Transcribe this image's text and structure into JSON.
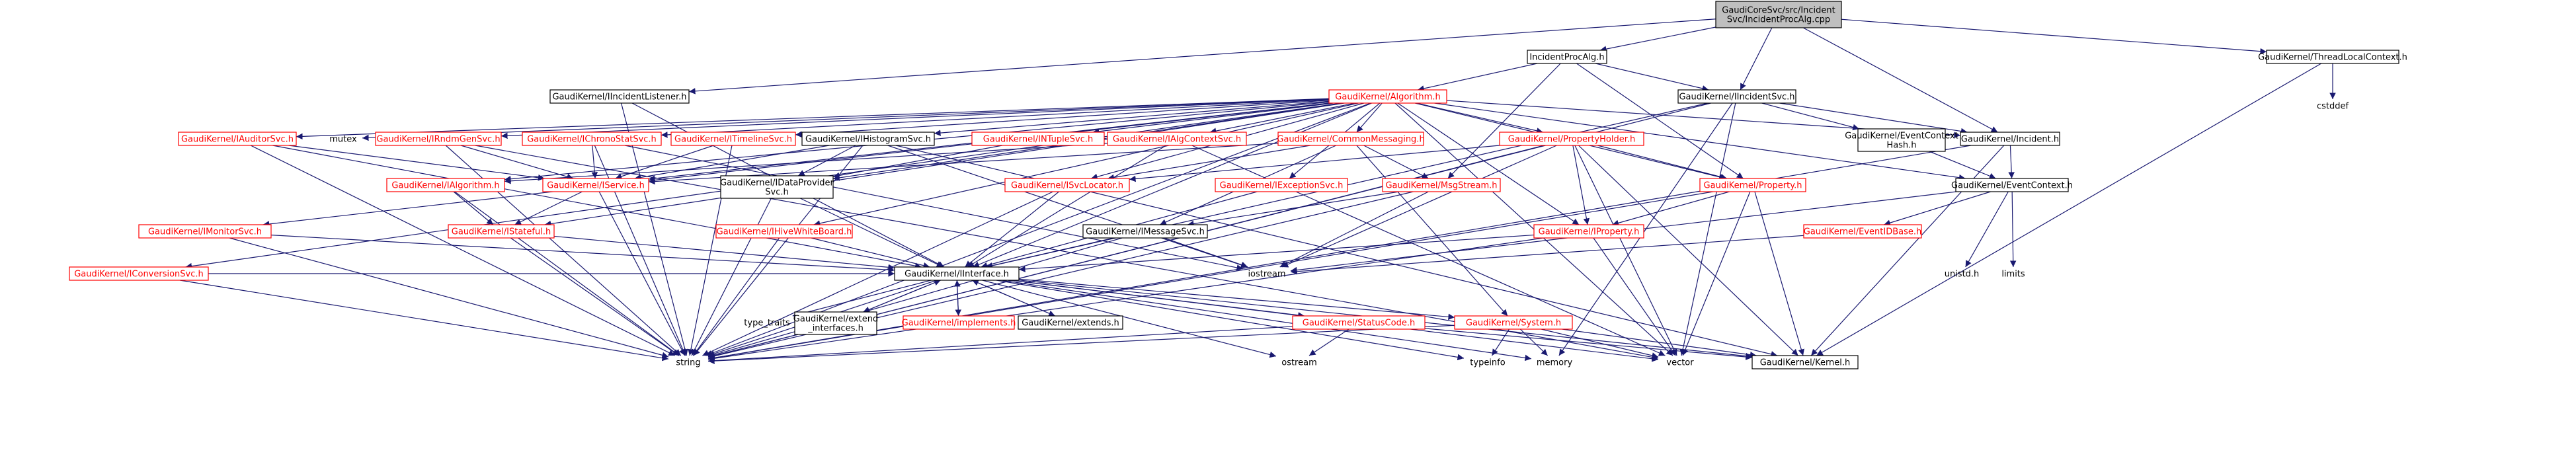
{
  "colors": {
    "edge": "#191970",
    "text_default": "#000000",
    "text_red": "#ff0000",
    "text_grey": "#bfbfbf",
    "root_fill": "#bfbfbf",
    "box_fill": "#ffffff",
    "box_stroke": "#000000",
    "red_box_stroke": "#ff0000"
  },
  "nodes": [
    {
      "id": "root",
      "lines": [
        "GaudiCoreSvc/src/Incident",
        "Svc/IncidentProcAlg.cpp"
      ],
      "style": "root"
    },
    {
      "id": "IncidentProcAlg",
      "lines": [
        "IncidentProcAlg.h"
      ],
      "style": "black"
    },
    {
      "id": "ThreadLocalContext",
      "lines": [
        "GaudiKernel/ThreadLocalContext.h"
      ],
      "style": "black"
    },
    {
      "id": "cstddef",
      "lines": [
        "cstddef"
      ],
      "style": "grey"
    },
    {
      "id": "IIncidentListener",
      "lines": [
        "GaudiKernel/IIncidentListener.h"
      ],
      "style": "black"
    },
    {
      "id": "Algorithm",
      "lines": [
        "GaudiKernel/Algorithm.h"
      ],
      "style": "red"
    },
    {
      "id": "IIncidentSvc",
      "lines": [
        "GaudiKernel/IIncidentSvc.h"
      ],
      "style": "black"
    },
    {
      "id": "IAuditorSvc",
      "lines": [
        "GaudiKernel/IAuditorSvc.h"
      ],
      "style": "red"
    },
    {
      "id": "mutex",
      "lines": [
        "mutex"
      ],
      "style": "grey"
    },
    {
      "id": "IRndmGenSvc",
      "lines": [
        "GaudiKernel/IRndmGenSvc.h"
      ],
      "style": "red"
    },
    {
      "id": "IChronoStatSvc",
      "lines": [
        "GaudiKernel/IChronoStatSvc.h"
      ],
      "style": "red"
    },
    {
      "id": "ITimelineSvc",
      "lines": [
        "GaudiKernel/ITimelineSvc.h"
      ],
      "style": "red"
    },
    {
      "id": "IHistogramSvc",
      "lines": [
        "GaudiKernel/IHistogramSvc.h"
      ],
      "style": "black"
    },
    {
      "id": "INTupleSvc",
      "lines": [
        "GaudiKernel/INTupleSvc.h"
      ],
      "style": "red"
    },
    {
      "id": "IAlgContextSvc",
      "lines": [
        "GaudiKernel/IAlgContextSvc.h"
      ],
      "style": "red"
    },
    {
      "id": "CommonMessaging",
      "lines": [
        "GaudiKernel/CommonMessaging.h"
      ],
      "style": "red"
    },
    {
      "id": "PropertyHolder",
      "lines": [
        "GaudiKernel/PropertyHolder.h"
      ],
      "style": "red"
    },
    {
      "id": "EventContextHash",
      "lines": [
        "GaudiKernel/EventContext",
        "Hash.h"
      ],
      "style": "black"
    },
    {
      "id": "Incident",
      "lines": [
        "GaudiKernel/Incident.h"
      ],
      "style": "black"
    },
    {
      "id": "IAlgorithm",
      "lines": [
        "GaudiKernel/IAlgorithm.h"
      ],
      "style": "red"
    },
    {
      "id": "IService",
      "lines": [
        "GaudiKernel/IService.h"
      ],
      "style": "red"
    },
    {
      "id": "IDataProviderSvc",
      "lines": [
        "GaudiKernel/IDataProvider",
        "Svc.h"
      ],
      "style": "black"
    },
    {
      "id": "ISvcLocator",
      "lines": [
        "GaudiKernel/ISvcLocator.h"
      ],
      "style": "red"
    },
    {
      "id": "IExceptionSvc",
      "lines": [
        "GaudiKernel/IExceptionSvc.h"
      ],
      "style": "red"
    },
    {
      "id": "MsgStream",
      "lines": [
        "GaudiKernel/MsgStream.h"
      ],
      "style": "red"
    },
    {
      "id": "Property",
      "lines": [
        "GaudiKernel/Property.h"
      ],
      "style": "red"
    },
    {
      "id": "EventContext",
      "lines": [
        "GaudiKernel/EventContext.h"
      ],
      "style": "black"
    },
    {
      "id": "IMonitorSvc",
      "lines": [
        "GaudiKernel/IMonitorSvc.h"
      ],
      "style": "red"
    },
    {
      "id": "IStateful",
      "lines": [
        "GaudiKernel/IStateful.h"
      ],
      "style": "red"
    },
    {
      "id": "IHiveWhiteBoard",
      "lines": [
        "GaudiKernel/IHiveWhiteBoard.h"
      ],
      "style": "red"
    },
    {
      "id": "IMessageSvc",
      "lines": [
        "GaudiKernel/IMessageSvc.h"
      ],
      "style": "black"
    },
    {
      "id": "IProperty",
      "lines": [
        "GaudiKernel/IProperty.h"
      ],
      "style": "red"
    },
    {
      "id": "EventIDBase",
      "lines": [
        "GaudiKernel/EventIDBase.h"
      ],
      "style": "red"
    },
    {
      "id": "uint",
      "lines": [
        "unistd.h"
      ],
      "style": "grey"
    },
    {
      "id": "limits",
      "lines": [
        "limits"
      ],
      "style": "grey"
    },
    {
      "id": "iostream",
      "lines": [
        "iostream"
      ],
      "style": "grey"
    },
    {
      "id": "IConversionSvc",
      "lines": [
        "GaudiKernel/IConversionSvc.h"
      ],
      "style": "red"
    },
    {
      "id": "IInterface",
      "lines": [
        "GaudiKernel/IInterface.h"
      ],
      "style": "black"
    },
    {
      "id": "type_traits",
      "lines": [
        "type_traits"
      ],
      "style": "grey"
    },
    {
      "id": "extend_interfaces",
      "lines": [
        "GaudiKernel/extend",
        "_interfaces.h"
      ],
      "style": "black"
    },
    {
      "id": "implements",
      "lines": [
        "GaudiKernel/implements.h"
      ],
      "style": "red"
    },
    {
      "id": "extends",
      "lines": [
        "GaudiKernel/extends.h"
      ],
      "style": "black"
    },
    {
      "id": "StatusCode",
      "lines": [
        "GaudiKernel/StatusCode.h"
      ],
      "style": "red"
    },
    {
      "id": "System",
      "lines": [
        "GaudiKernel/System.h"
      ],
      "style": "red"
    },
    {
      "id": "string",
      "lines": [
        "string"
      ],
      "style": "grey"
    },
    {
      "id": "ostream",
      "lines": [
        "ostream"
      ],
      "style": "grey"
    },
    {
      "id": "typeinfo",
      "lines": [
        "typeinfo"
      ],
      "style": "grey"
    },
    {
      "id": "memory",
      "lines": [
        "memory"
      ],
      "style": "grey"
    },
    {
      "id": "vector",
      "lines": [
        "vector"
      ],
      "style": "grey"
    },
    {
      "id": "Kernel",
      "lines": [
        "GaudiKernel/Kernel.h"
      ],
      "style": "black"
    }
  ],
  "edges": [
    [
      "root",
      "IncidentProcAlg"
    ],
    [
      "root",
      "ThreadLocalContext"
    ],
    [
      "root",
      "IIncidentListener"
    ],
    [
      "root",
      "IIncidentSvc"
    ],
    [
      "root",
      "Incident"
    ],
    [
      "ThreadLocalContext",
      "cstddef"
    ],
    [
      "ThreadLocalContext",
      "Kernel"
    ],
    [
      "IncidentProcAlg",
      "Algorithm"
    ],
    [
      "IncidentProcAlg",
      "IIncidentSvc"
    ],
    [
      "IncidentProcAlg",
      "MsgStream"
    ],
    [
      "IncidentProcAlg",
      "Property"
    ],
    [
      "IIncidentListener",
      "IInterface"
    ],
    [
      "IIncidentListener",
      "string"
    ],
    [
      "IIncidentSvc",
      "Incident"
    ],
    [
      "IIncidentSvc",
      "EventContextHash"
    ],
    [
      "IIncidentSvc",
      "IInterface"
    ],
    [
      "IIncidentSvc",
      "string"
    ],
    [
      "IIncidentSvc",
      "vector"
    ],
    [
      "IIncidentSvc",
      "memory"
    ],
    [
      "Incident",
      "EventContext"
    ],
    [
      "Incident",
      "string"
    ],
    [
      "Incident",
      "Kernel"
    ],
    [
      "EventContextHash",
      "EventContext"
    ],
    [
      "EventContext",
      "EventIDBase"
    ],
    [
      "EventContext",
      "uint"
    ],
    [
      "EventContext",
      "limits"
    ],
    [
      "EventContext",
      "iostream"
    ],
    [
      "Algorithm",
      "IAuditorSvc"
    ],
    [
      "Algorithm",
      "mutex"
    ],
    [
      "Algorithm",
      "IRndmGenSvc"
    ],
    [
      "Algorithm",
      "IChronoStatSvc"
    ],
    [
      "Algorithm",
      "ITimelineSvc"
    ],
    [
      "Algorithm",
      "IHistogramSvc"
    ],
    [
      "Algorithm",
      "INTupleSvc"
    ],
    [
      "Algorithm",
      "IAlgContextSvc"
    ],
    [
      "Algorithm",
      "CommonMessaging"
    ],
    [
      "Algorithm",
      "PropertyHolder"
    ],
    [
      "Algorithm",
      "Incident"
    ],
    [
      "Algorithm",
      "IAlgorithm"
    ],
    [
      "Algorithm",
      "IService"
    ],
    [
      "Algorithm",
      "IDataProviderSvc"
    ],
    [
      "Algorithm",
      "ISvcLocator"
    ],
    [
      "Algorithm",
      "IExceptionSvc"
    ],
    [
      "Algorithm",
      "Property"
    ],
    [
      "Algorithm",
      "IMonitorSvc"
    ],
    [
      "Algorithm",
      "IStateful"
    ],
    [
      "Algorithm",
      "IHiveWhiteBoard"
    ],
    [
      "Algorithm",
      "IProperty"
    ],
    [
      "Algorithm",
      "IConversionSvc"
    ],
    [
      "Algorithm",
      "IInterface"
    ],
    [
      "Algorithm",
      "string"
    ],
    [
      "Algorithm",
      "vector"
    ],
    [
      "Algorithm",
      "EventContext"
    ],
    [
      "IAuditorSvc",
      "IService"
    ],
    [
      "IAuditorSvc",
      "IInterface"
    ],
    [
      "IAuditorSvc",
      "string"
    ],
    [
      "IRndmGenSvc",
      "IService"
    ],
    [
      "IRndmGenSvc",
      "string"
    ],
    [
      "IRndmGenSvc",
      "vector"
    ],
    [
      "IChronoStatSvc",
      "IService"
    ],
    [
      "IChronoStatSvc",
      "string"
    ],
    [
      "IChronoStatSvc",
      "iostream"
    ],
    [
      "ITimelineSvc",
      "IService"
    ],
    [
      "ITimelineSvc",
      "string"
    ],
    [
      "IHistogramSvc",
      "IService"
    ],
    [
      "IHistogramSvc",
      "IDataProviderSvc"
    ],
    [
      "IHistogramSvc",
      "string"
    ],
    [
      "IHistogramSvc",
      "iostream"
    ],
    [
      "IHistogramSvc",
      "Kernel"
    ],
    [
      "INTupleSvc",
      "IDataProviderSvc"
    ],
    [
      "IAlgContextSvc",
      "IInterface"
    ],
    [
      "IAlgContextSvc",
      "IAlgorithm"
    ],
    [
      "IAlgContextSvc",
      "vector"
    ],
    [
      "CommonMessaging",
      "ISvcLocator"
    ],
    [
      "CommonMessaging",
      "IService"
    ],
    [
      "CommonMessaging",
      "IMessageSvc"
    ],
    [
      "CommonMessaging",
      "MsgStream"
    ],
    [
      "CommonMessaging",
      "System"
    ],
    [
      "PropertyHolder",
      "Property"
    ],
    [
      "PropertyHolder",
      "IProperty"
    ],
    [
      "PropertyHolder",
      "ISvcLocator"
    ],
    [
      "PropertyHolder",
      "iostream"
    ],
    [
      "PropertyHolder",
      "string"
    ],
    [
      "PropertyHolder",
      "vector"
    ],
    [
      "PropertyHolder",
      "Kernel"
    ],
    [
      "IAlgorithm",
      "IStateful"
    ],
    [
      "IAlgorithm",
      "string"
    ],
    [
      "IService",
      "IStateful"
    ],
    [
      "IService",
      "string"
    ],
    [
      "IDataProviderSvc",
      "IInterface"
    ],
    [
      "IDataProviderSvc",
      "string"
    ],
    [
      "ISvcLocator",
      "IInterface"
    ],
    [
      "ISvcLocator",
      "string"
    ],
    [
      "IExceptionSvc",
      "IInterface"
    ],
    [
      "MsgStream",
      "IMessageSvc"
    ],
    [
      "MsgStream",
      "iostream"
    ],
    [
      "MsgStream",
      "string"
    ],
    [
      "Property",
      "IProperty"
    ],
    [
      "Property",
      "string"
    ],
    [
      "Property",
      "vector"
    ],
    [
      "Property",
      "Kernel"
    ],
    [
      "IMonitorSvc",
      "IInterface"
    ],
    [
      "IMonitorSvc",
      "string"
    ],
    [
      "IStateful",
      "IInterface"
    ],
    [
      "IStateful",
      "string"
    ],
    [
      "IHiveWhiteBoard",
      "IInterface"
    ],
    [
      "IHiveWhiteBoard",
      "string"
    ],
    [
      "IMessageSvc",
      "IInterface"
    ],
    [
      "IMessageSvc",
      "string"
    ],
    [
      "IMessageSvc",
      "iostream"
    ],
    [
      "IProperty",
      "IInterface"
    ],
    [
      "IProperty",
      "string"
    ],
    [
      "IProperty",
      "vector"
    ],
    [
      "EventIDBase",
      "iostream"
    ],
    [
      "IConversionSvc",
      "IInterface"
    ],
    [
      "IConversionSvc",
      "string"
    ],
    [
      "IInterface",
      "type_traits"
    ],
    [
      "IInterface",
      "extend_interfaces"
    ],
    [
      "IInterface",
      "implements"
    ],
    [
      "IInterface",
      "extends"
    ],
    [
      "IInterface",
      "StatusCode"
    ],
    [
      "IInterface",
      "System"
    ],
    [
      "IInterface",
      "string"
    ],
    [
      "IInterface",
      "ostream"
    ],
    [
      "IInterface",
      "typeinfo"
    ],
    [
      "IInterface",
      "memory"
    ],
    [
      "IInterface",
      "vector"
    ],
    [
      "IInterface",
      "Kernel"
    ],
    [
      "extend_interfaces",
      "IInterface"
    ],
    [
      "implements",
      "IInterface"
    ],
    [
      "extends",
      "IInterface"
    ],
    [
      "StatusCode",
      "ostream"
    ],
    [
      "StatusCode",
      "string"
    ],
    [
      "StatusCode",
      "Kernel"
    ],
    [
      "System",
      "Kernel"
    ],
    [
      "System",
      "string"
    ],
    [
      "System",
      "typeinfo"
    ],
    [
      "System",
      "memory"
    ],
    [
      "System",
      "vector"
    ]
  ]
}
